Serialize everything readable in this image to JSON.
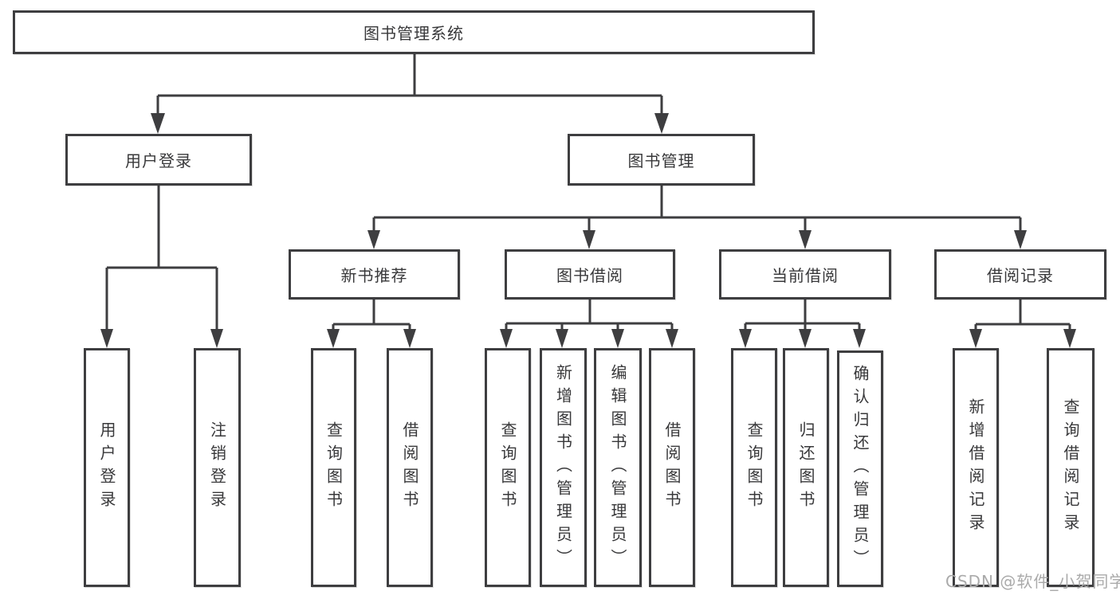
{
  "diagram": {
    "title": "图书管理系统",
    "root": {
      "label": "图书管理系统"
    },
    "level2": [
      {
        "label": "用户登录"
      },
      {
        "label": "图书管理"
      }
    ],
    "level3": [
      {
        "label": "新书推荐"
      },
      {
        "label": "图书借阅"
      },
      {
        "label": "当前借阅"
      },
      {
        "label": "借阅记录"
      }
    ],
    "leaves": {
      "user_login": [
        "用户登录",
        "注销登录"
      ],
      "new_book_recommend": [
        "查询图书",
        "借阅图书"
      ],
      "book_borrow": [
        "查询图书",
        "新增图书（管理员）",
        "编辑图书（管理员）",
        "借阅图书"
      ],
      "current_borrow": [
        "查询图书",
        "归还图书",
        "确认归还（管理员）"
      ],
      "borrow_records": [
        "新增借阅记录",
        "查询借阅记录"
      ]
    },
    "colors": {
      "line": "#3e3e40",
      "text": "#38383a",
      "background": "#ffffff",
      "watermark": "#aaaaaa"
    },
    "watermark": "CSDN @软件_小贺同学"
  }
}
